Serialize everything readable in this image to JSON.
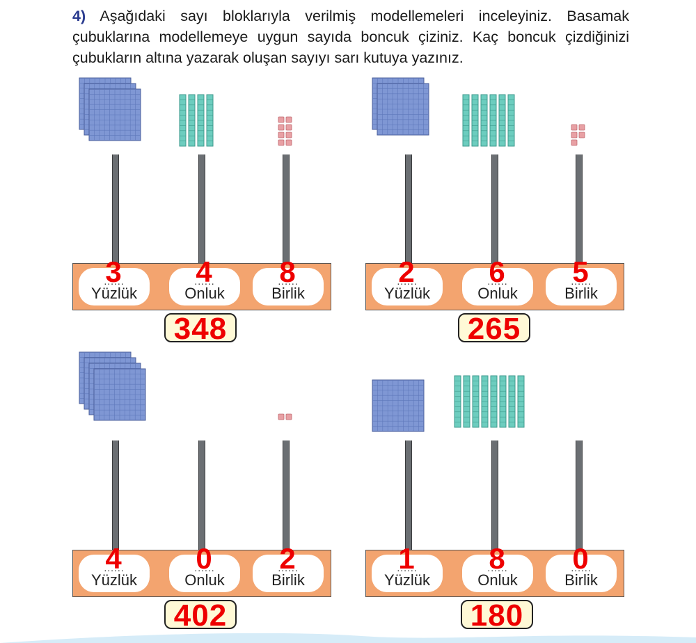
{
  "instruction": {
    "number": "4)",
    "text": "Aşağıdaki sayı bloklarıyla verilmiş modellemeleri inceleyiniz. Basamak çubuklarına modellemeye uygun sayıda boncuk çiziniz. Kaç boncuk çizdiğinizi çubukların altına yazarak oluşan sayıyı sarı kutuya yazınız."
  },
  "labels": {
    "hundreds": "Yüzlük",
    "tens": "Onluk",
    "ones": "Birlik",
    "blank": "......"
  },
  "colors": {
    "hundred_block": "#7f97d4",
    "ten_rod": "#6dcdbf",
    "unit_cube": "#e8a0a4",
    "base": "#f3a46f",
    "answer": "#ee0000",
    "result_box": "#fff9d6"
  },
  "panels": [
    {
      "blocks": {
        "hundreds": 3,
        "tens": 4,
        "ones": 8
      },
      "digits": {
        "hundreds": "3",
        "tens": "4",
        "ones": "8"
      },
      "result": "348"
    },
    {
      "blocks": {
        "hundreds": 2,
        "tens": 6,
        "ones": 5
      },
      "digits": {
        "hundreds": "2",
        "tens": "6",
        "ones": "5"
      },
      "result": "265"
    },
    {
      "blocks": {
        "hundreds": 4,
        "tens": 0,
        "ones": 2
      },
      "digits": {
        "hundreds": "4",
        "tens": "0",
        "ones": "2"
      },
      "result": "402"
    },
    {
      "blocks": {
        "hundreds": 1,
        "tens": 8,
        "ones": 0
      },
      "digits": {
        "hundreds": "1",
        "tens": "8",
        "ones": "0"
      },
      "result": "180"
    }
  ]
}
